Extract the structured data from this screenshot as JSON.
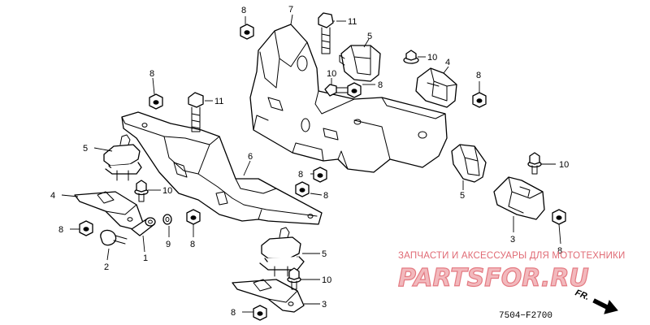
{
  "callouts": {
    "c1": "1",
    "c2": "2",
    "c3a": "3",
    "c3b": "3",
    "c4a": "4",
    "c4b": "4",
    "c5a": "5",
    "c5b": "5",
    "c5c": "5",
    "c5d": "5",
    "c6": "6",
    "c7": "7",
    "c8a": "8",
    "c8b": "8",
    "c8c": "8",
    "c8d": "8",
    "c8e": "8",
    "c8f": "8",
    "c8g": "8",
    "c8h": "8",
    "c8i": "8",
    "c8j": "8",
    "c9": "9",
    "c10a": "10",
    "c10b": "10",
    "c10c": "10",
    "c10d": "10",
    "c10e": "10",
    "c11a": "11",
    "c11b": "11"
  },
  "watermark": {
    "caption": "ЗАПЧАСТИ И АКСЕССУАРЫ ДЛЯ МОТОТЕХНИКИ",
    "brand": "PARTSFOR.RU"
  },
  "direction_label": "FR.",
  "diagram_code": "7504−F2700",
  "colors": {
    "line": "#000000",
    "watermark": "#e06a74",
    "watermark_fill": "#f2b9bd"
  },
  "icons": {
    "direction": "arrow-forward-icon"
  }
}
